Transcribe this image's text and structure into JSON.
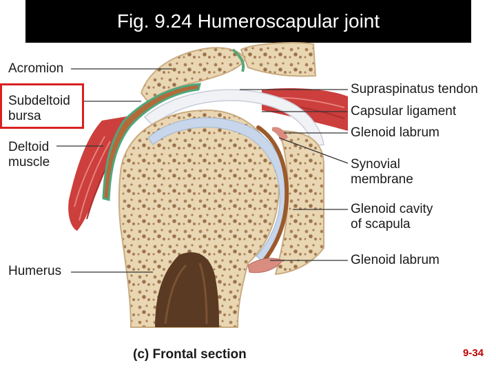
{
  "title": "Fig. 9.24 Humeroscapular joint",
  "labels": {
    "acromion": "Acromion",
    "subdeltoid_bursa": [
      "Subdeltoid",
      "bursa"
    ],
    "deltoid_muscle": [
      "Deltoid",
      "muscle"
    ],
    "humerus": "Humerus",
    "supraspinatus_tendon": "Supraspinatus tendon",
    "capsular_ligament": "Capsular ligament",
    "glenoid_labrum_top": "Glenoid labrum",
    "synovial_membrane": [
      "Synovial",
      "membrane"
    ],
    "glenoid_cavity": [
      "Glenoid cavity",
      "of scapula"
    ],
    "glenoid_labrum_bottom": "Glenoid labrum"
  },
  "caption": {
    "letter": "(c)",
    "text": "Frontal section"
  },
  "page_number": "9-34",
  "colors": {
    "bone": "#e7d2ad",
    "spongy_bone": "#b08a5e",
    "marrow": "#5a3a22",
    "muscle": "#d04a48",
    "cartilage": "#c7d6ea",
    "synovial": "#9b5a2c",
    "bursa_outline": "#4fa77c",
    "ligament": "#eef0f4",
    "highlight_box": "#d92020",
    "page_number": "#c00000"
  }
}
